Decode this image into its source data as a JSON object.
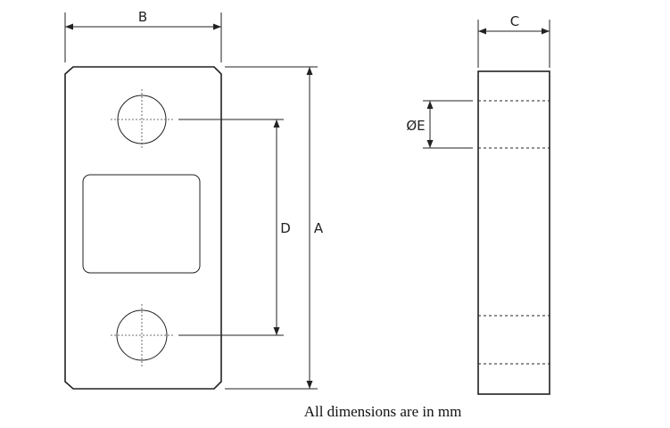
{
  "labels": {
    "width": "B",
    "thickness": "C",
    "hole_spacing": "D",
    "length": "A",
    "hole_diameter": "ØE"
  },
  "caption": "All dimensions are in mm"
}
